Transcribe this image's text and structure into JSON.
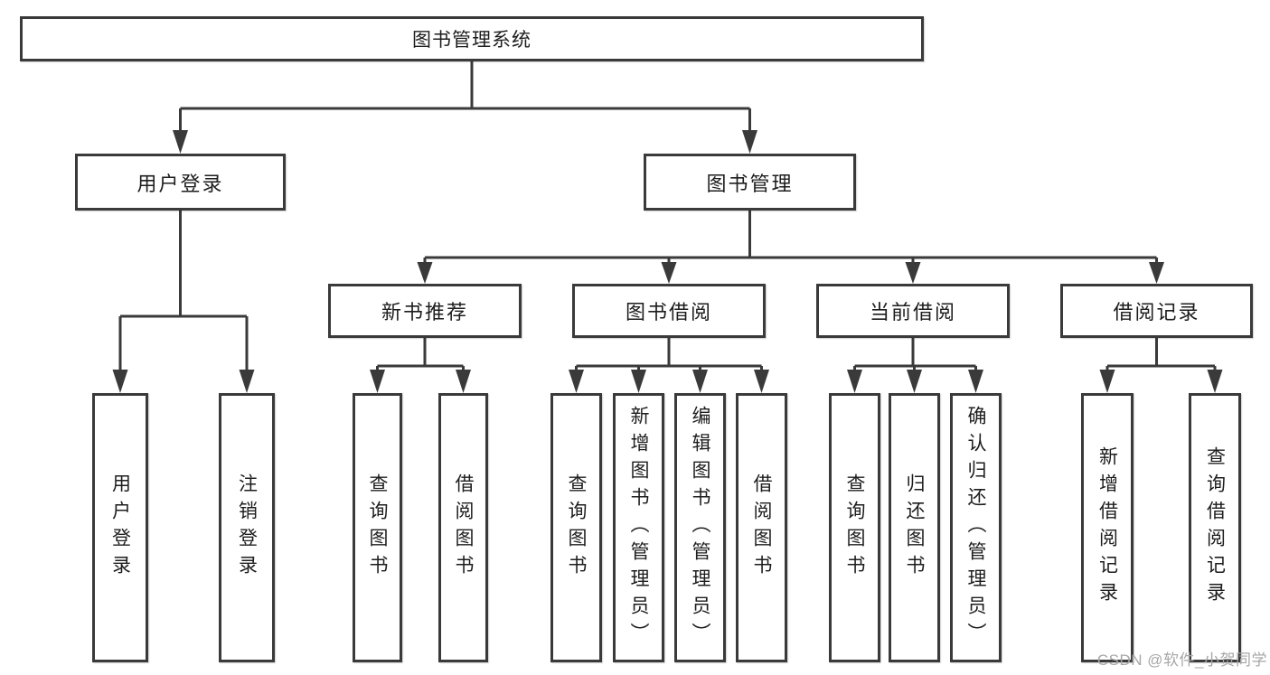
{
  "diagram": {
    "root": {
      "label": "图书管理系统"
    },
    "level2": [
      {
        "label": "用户登录"
      },
      {
        "label": "图书管理"
      }
    ],
    "level3": [
      {
        "label": "新书推荐"
      },
      {
        "label": "图书借阅"
      },
      {
        "label": "当前借阅"
      },
      {
        "label": "借阅记录"
      }
    ],
    "leaves": {
      "user_login": [
        "用户登录",
        "注销登录"
      ],
      "new_book_rec": [
        "查询图书",
        "借阅图书"
      ],
      "book_borrow": [
        "查询图书",
        "新增图书（管理员）",
        "编辑图书（管理员）",
        "借阅图书"
      ],
      "current_borrow": [
        "查询图书",
        "归还图书",
        "确认归还（管理员）"
      ],
      "borrow_records": [
        "新增借阅记录",
        "查询借阅记录"
      ]
    }
  },
  "watermark": {
    "text": "CSDN @软件_小贺同学"
  },
  "colors": {
    "line": "#3a3a3a",
    "box_border": "#3a3a3a",
    "text": "#1d1d1d",
    "background": "#ffffff",
    "watermark": "#a6a6a6"
  }
}
